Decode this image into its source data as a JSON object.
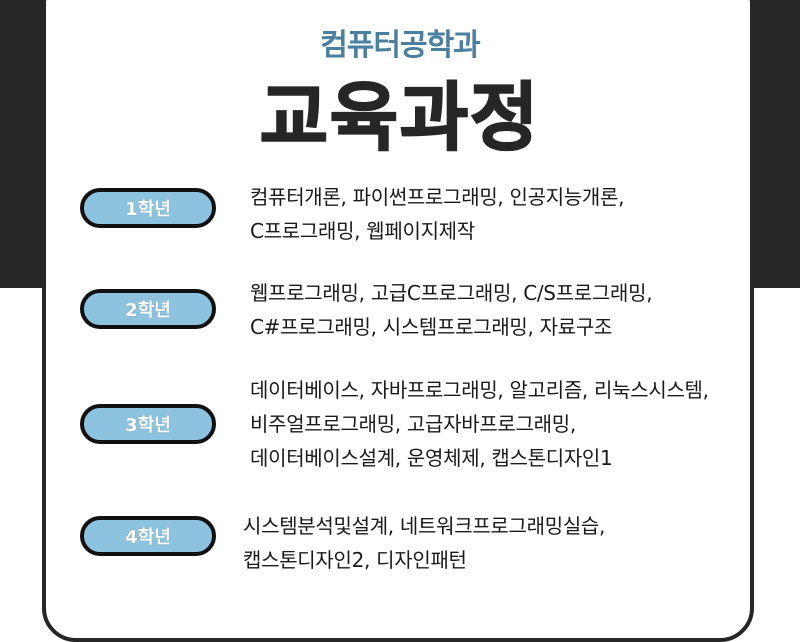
{
  "colors": {
    "accent": "#4a7f9e",
    "pill_fill": "#8ec3e0",
    "dark": "#262626",
    "text": "#1a1a1a"
  },
  "header": {
    "subtitle": "컴퓨터공학과",
    "title": "교육과정"
  },
  "years": [
    {
      "label": "1학년",
      "lines": [
        "컴퓨터개론, 파이썬프로그래밍, 인공지능개론,",
        "C프로그래밍, 웹페이지제작"
      ]
    },
    {
      "label": "2학년",
      "lines": [
        "웹프로그래밍, 고급C프로그래밍, C/S프로그래밍,",
        "C#프로그래밍, 시스템프로그래밍, 자료구조"
      ]
    },
    {
      "label": "3학년",
      "lines": [
        "데이터베이스, 자바프로그래밍, 알고리즘, 리눅스시스템,",
        "비주얼프로그래밍, 고급자바프로그래밍,",
        "데이터베이스설계, 운영체제, 캡스톤디자인1"
      ]
    },
    {
      "label": "4학년",
      "lines": [
        "시스템분석및설계, 네트워크프로그래밍실습,",
        "캡스톤디자인2, 디자인패턴"
      ]
    }
  ]
}
